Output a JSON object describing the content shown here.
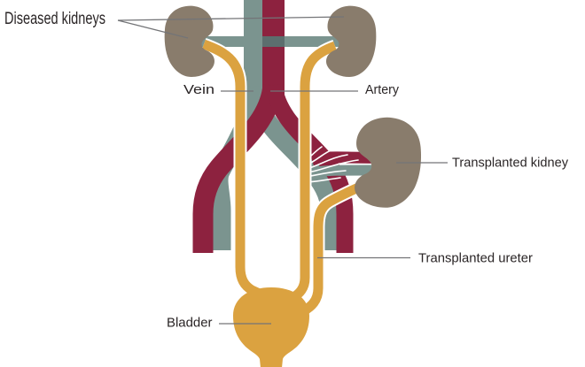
{
  "figure": {
    "labels": {
      "diseased_kidneys": "Diseased kidneys",
      "vein": "Vein",
      "artery": "Artery",
      "transplanted_kidney": "Transplanted kidney",
      "transplanted_ureter": "Transplanted ureter",
      "bladder": "Bladder"
    },
    "colors": {
      "artery_red": "#8d223f",
      "vein_teal": "#7b948f",
      "vein_shadow": "#5c6e6e",
      "ureter_gold": "#dba240",
      "kidney_brown": "#897c6c",
      "suture_white": "#ffffff",
      "leader_line_gray": "#737477",
      "label_text": "#2a2526",
      "background": "#ffffff"
    }
  }
}
